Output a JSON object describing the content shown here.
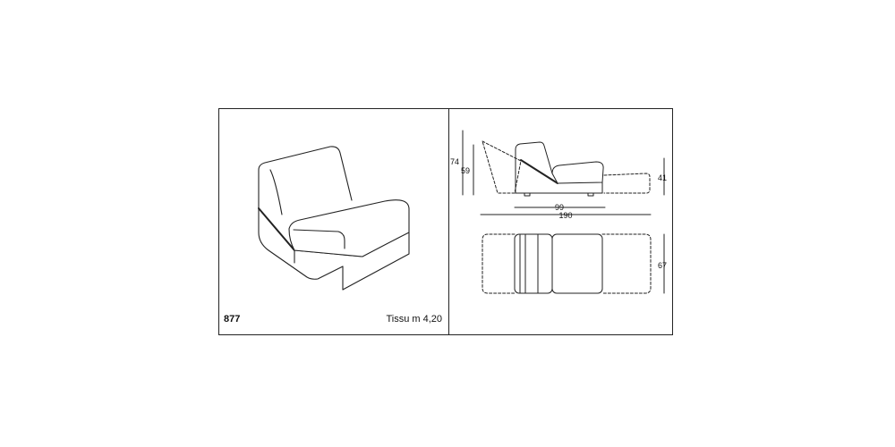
{
  "product": {
    "model_number": "877",
    "fabric_label": "Tissu m 4,20"
  },
  "dimensions": {
    "height_total": "74",
    "height_back": "59",
    "seat_height": "41",
    "depth_upright": "99",
    "depth_reclined": "190",
    "width": "67"
  }
}
